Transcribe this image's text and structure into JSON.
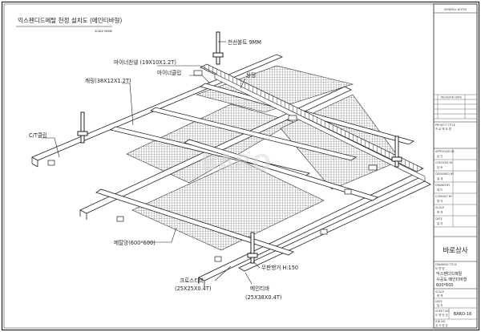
{
  "drawing": {
    "title": "익스펜디드메탈 천정 설치도 (메인티바형)",
    "scale": "SCALE NONE",
    "labels": {
      "ceiling_bolt": "천선볼트 9MM",
      "minor_channel": "마이너찬넬 (19X10X1.2T)",
      "minor_clip": "마이너클립",
      "welding": "용딩",
      "carrying": "캐링(38X12X1.2T)",
      "ct_clip": "C/T클립",
      "expanded_metal": "메탈망(600*600)",
      "hanger": "무판행거 H:150",
      "cross_tbar": "크로스티바",
      "cross_tbar_size": "(25X25X0.4T)",
      "main_tbar": "메인티바",
      "main_tbar_size": "(25X38X0.4T)"
    }
  },
  "title_block": {
    "general_notes": "GENERAL NOTES",
    "rev_header": "REVISION DATE",
    "project": "PROJECT TITLE",
    "project_sub": "프 로 젝 트 명",
    "fields": [
      "APPROVED BY",
      "CHECKED BY",
      "DESIGNED BY",
      "DRAWN BY",
      "CONSULT BY",
      "SCALE",
      "DATE"
    ],
    "field_values": [
      "승 인",
      "검 토",
      "설 계",
      "제 도",
      "협 의",
      "축 척",
      "일 자"
    ],
    "company": "바로상사",
    "drawing_title_label": "DRAWING TITLE",
    "drawing_title_sub": "도 면 명",
    "drawing_title_lines": [
      "익스펜디드메탈",
      "시공도 메인티바형",
      "600*600"
    ],
    "scale_label": "SCALE",
    "scale_value": "축 척",
    "date_label": "DATE",
    "date_value": "일 자",
    "sheet_no_label": "SHEET NO.",
    "sheet_no_sub": "도 면 번 호",
    "sheet_no": "BARO-16",
    "job_no_label": "JOB NO.",
    "job_no_sub": "공 사 번 호"
  }
}
